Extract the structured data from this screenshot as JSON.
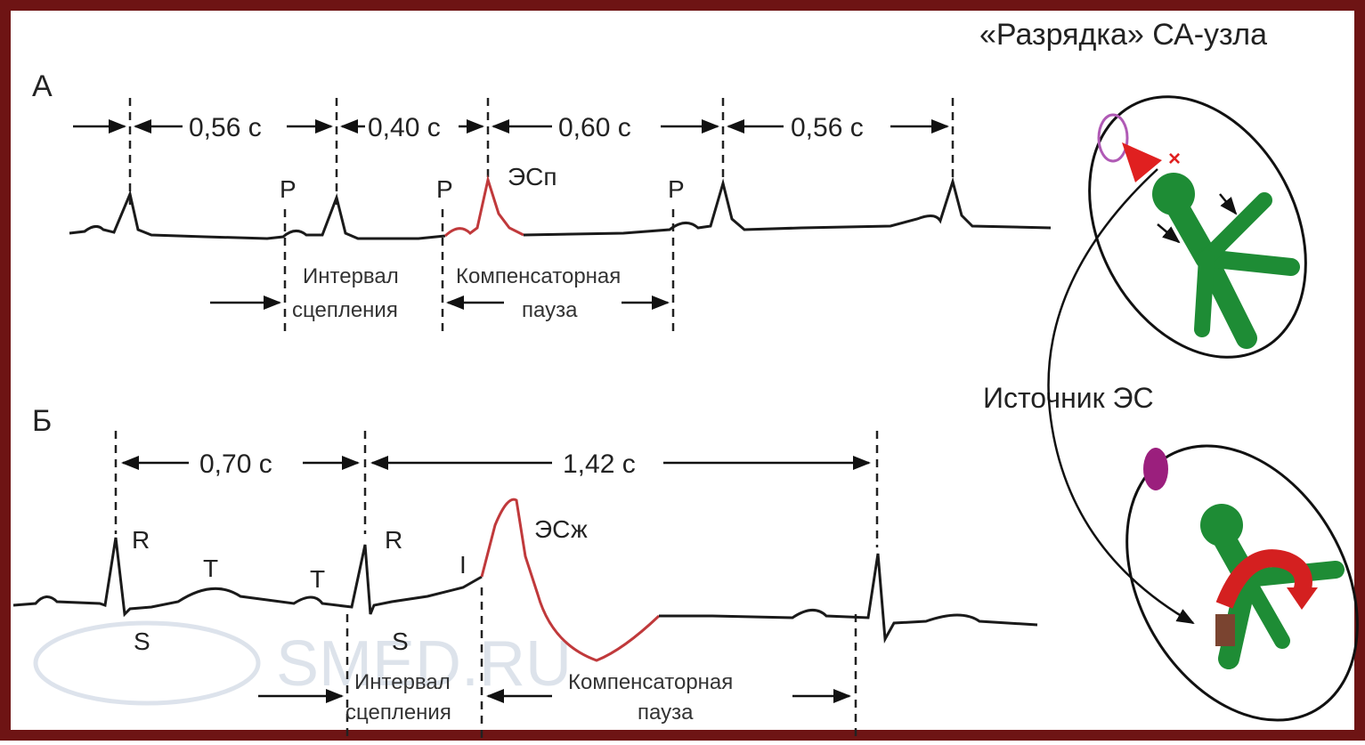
{
  "frame_color": "#6e1414",
  "ecg_color": "#1a1a1a",
  "ectopic_color": "#c0393b",
  "node_color": "#1e8c35",
  "focus_color": "#9b1f7d",
  "header": {
    "sa_node_discharge": "«Разрядка» СА-узла"
  },
  "panel_a": {
    "label": "А",
    "intervals": [
      "0,56 с",
      "0,40 с",
      "0,60 с",
      "0,56 с"
    ],
    "p_labels": [
      "Р",
      "Р",
      "Р"
    ],
    "extrasystole": "ЭСп",
    "coupling_interval": [
      "Интервал",
      "сцепления"
    ],
    "compensatory_pause": [
      "Компенсаторная",
      "пауза"
    ]
  },
  "panel_b": {
    "label": "Б",
    "intervals": [
      "0,70 с",
      "1,42 с"
    ],
    "r_labels": [
      "R",
      "R"
    ],
    "t_labels": [
      "T",
      "T"
    ],
    "s_labels": [
      "S",
      "S"
    ],
    "i_label": "I",
    "extrasystole": "ЭСж",
    "coupling_interval": [
      "Интервал",
      "сцепления"
    ],
    "compensatory_pause": [
      "Компенсаторная",
      "пауза"
    ]
  },
  "source_label": "Источник ЭС",
  "watermark": "SMED.RU"
}
